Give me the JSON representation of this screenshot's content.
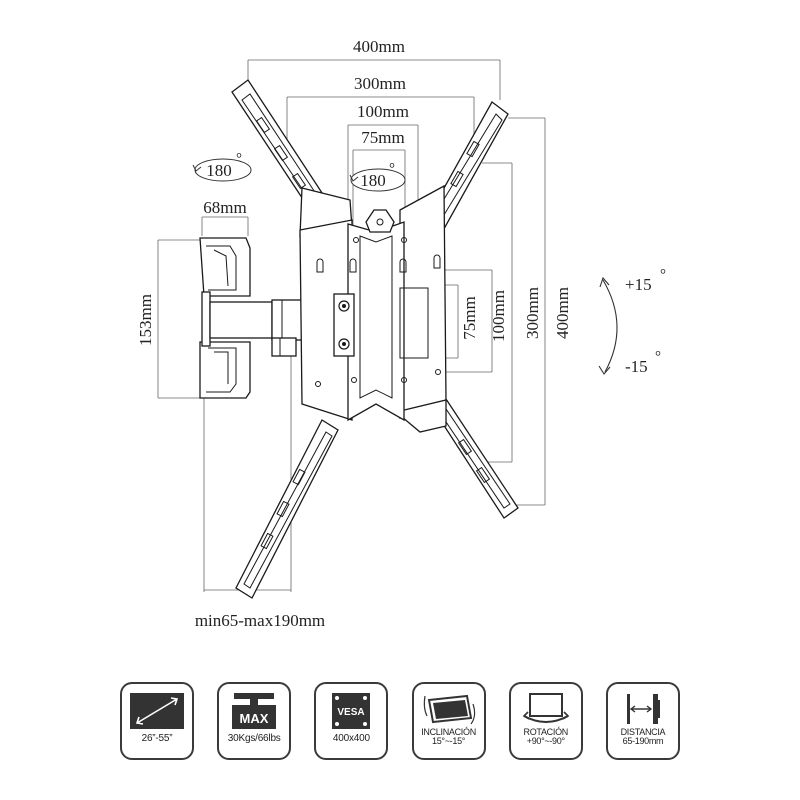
{
  "dimensions": {
    "top_400": "400mm",
    "top_300": "300mm",
    "top_100": "100mm",
    "top_75": "75mm",
    "rotate_left": "180",
    "rotate_center": "180",
    "depth_68": "68mm",
    "height_153": "153mm",
    "right_75": "75mm",
    "right_100": "100mm",
    "right_300": "300mm",
    "right_400": "400mm",
    "tilt_up": "+15",
    "tilt_down": "-15",
    "distance": "min65-max190mm",
    "degree_symbol": "°"
  },
  "icons": [
    {
      "name": "screen-size",
      "caption": "26”-55”"
    },
    {
      "name": "max-load",
      "badge": "MAX",
      "caption": "30Kgs/66lbs"
    },
    {
      "name": "vesa",
      "badge": "VESA",
      "caption": "400x400"
    },
    {
      "name": "tilt",
      "caption": "INCLINACIÓN",
      "caption2": "15°~-15°"
    },
    {
      "name": "rotation",
      "caption": "ROTACIÓN",
      "caption2": "+90°~-90°"
    },
    {
      "name": "distance",
      "caption": "DISTANCIA",
      "caption2": "65-190mm"
    }
  ],
  "colors": {
    "line": "#1a1a1a",
    "dim_line": "#666666",
    "icon_border": "#3a3a3a"
  }
}
